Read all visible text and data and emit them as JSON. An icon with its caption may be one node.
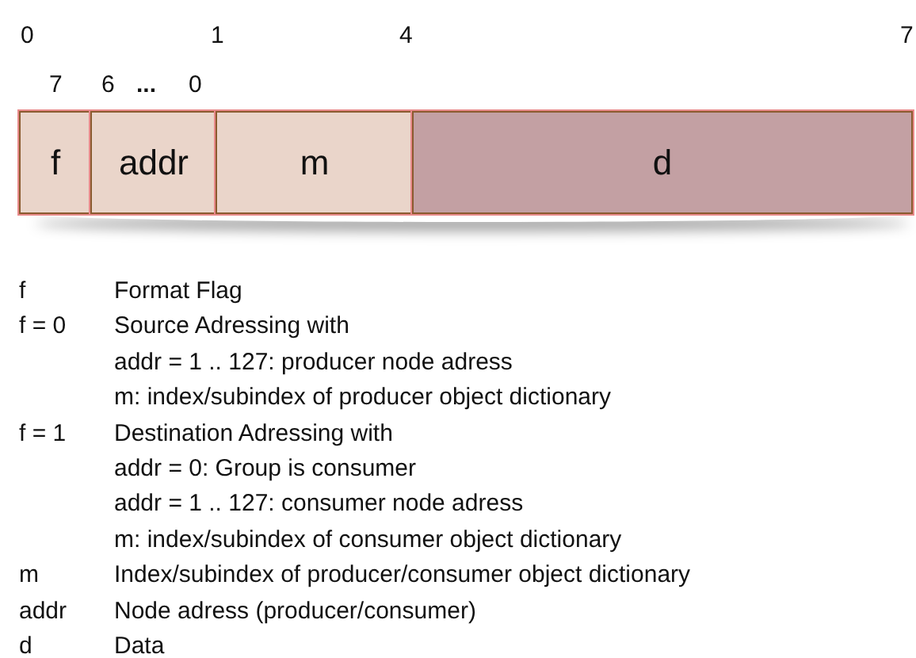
{
  "diagram": {
    "nodes": [
      {
        "text": [
          "f"
        ]
      },
      {
        "text": [
          "addr"
        ]
      },
      {
        "text": [
          "m"
        ]
      },
      {
        "text": [
          "d"
        ]
      }
    ],
    "edges": [],
    "labels": [
      "0",
      "1",
      "4",
      "7",
      "7",
      "6",
      "...",
      "0",
      "f",
      "Format Flag",
      "f = 0",
      "Source Adressing with",
      "addr = 1 .. 127: producer node adress",
      "m: index/subindex of producer object dictionary",
      "f = 1",
      "Destination Adressing with",
      "addr = 0: Group is consumer",
      "addr = 1 .. 127: consumer node adress",
      "m: index/subindex of consumer object dictionary",
      "m",
      "Index/subindex of producer/consumer object dictionary",
      "addr",
      "Node adress (producer/consumer)",
      "d",
      "Data"
    ]
  }
}
